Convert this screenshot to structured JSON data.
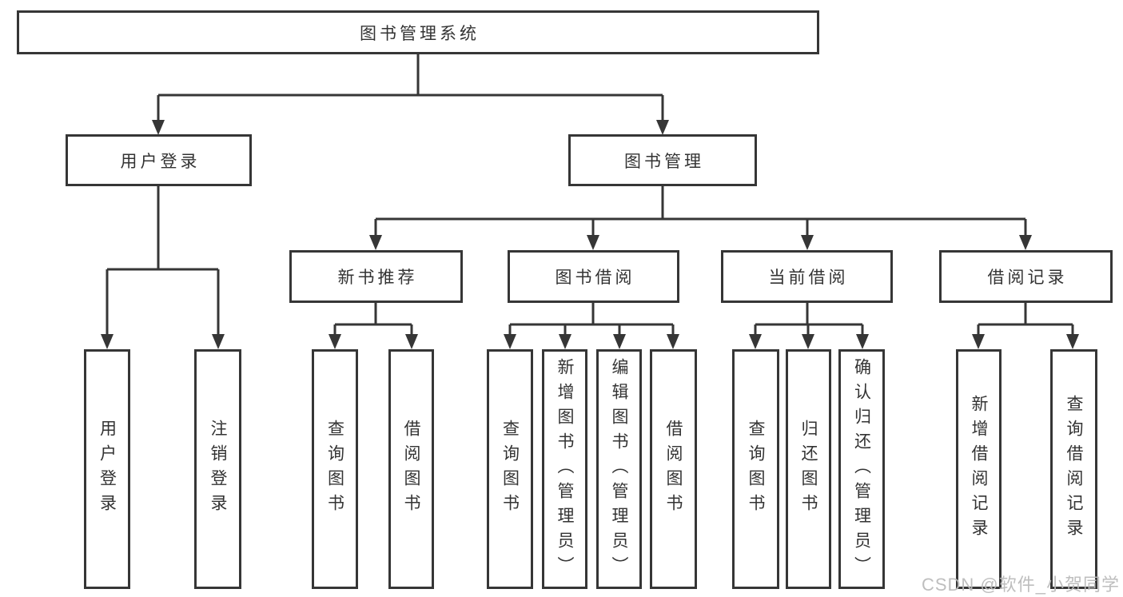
{
  "diagram": {
    "root": {
      "label": "图书管理系统"
    },
    "level1": [
      {
        "label": "用户登录"
      },
      {
        "label": "图书管理"
      }
    ],
    "level2": [
      {
        "label": "新书推荐"
      },
      {
        "label": "图书借阅"
      },
      {
        "label": "当前借阅"
      },
      {
        "label": "借阅记录"
      }
    ],
    "leaves": {
      "user": [
        {
          "label": "用户登录"
        },
        {
          "label": "注销登录"
        }
      ],
      "recommend": [
        {
          "label": "查询图书"
        },
        {
          "label": "借阅图书"
        }
      ],
      "borrow": [
        {
          "label": "查询图书"
        },
        {
          "label": "新增图书（管理员）"
        },
        {
          "label": "编辑图书（管理员）"
        },
        {
          "label": "借阅图书"
        }
      ],
      "current": [
        {
          "label": "查询图书"
        },
        {
          "label": "归还图书"
        },
        {
          "label": "确认归还（管理员）"
        }
      ],
      "records": [
        {
          "label": "新增借阅记录"
        },
        {
          "label": "查询借阅记录"
        }
      ]
    }
  },
  "watermark": {
    "text": "CSDN @软件_小贺同学"
  },
  "colors": {
    "line": "#363636",
    "border": "#363636",
    "text": "#333333",
    "background": "#ffffff",
    "watermark": "#bababa"
  }
}
